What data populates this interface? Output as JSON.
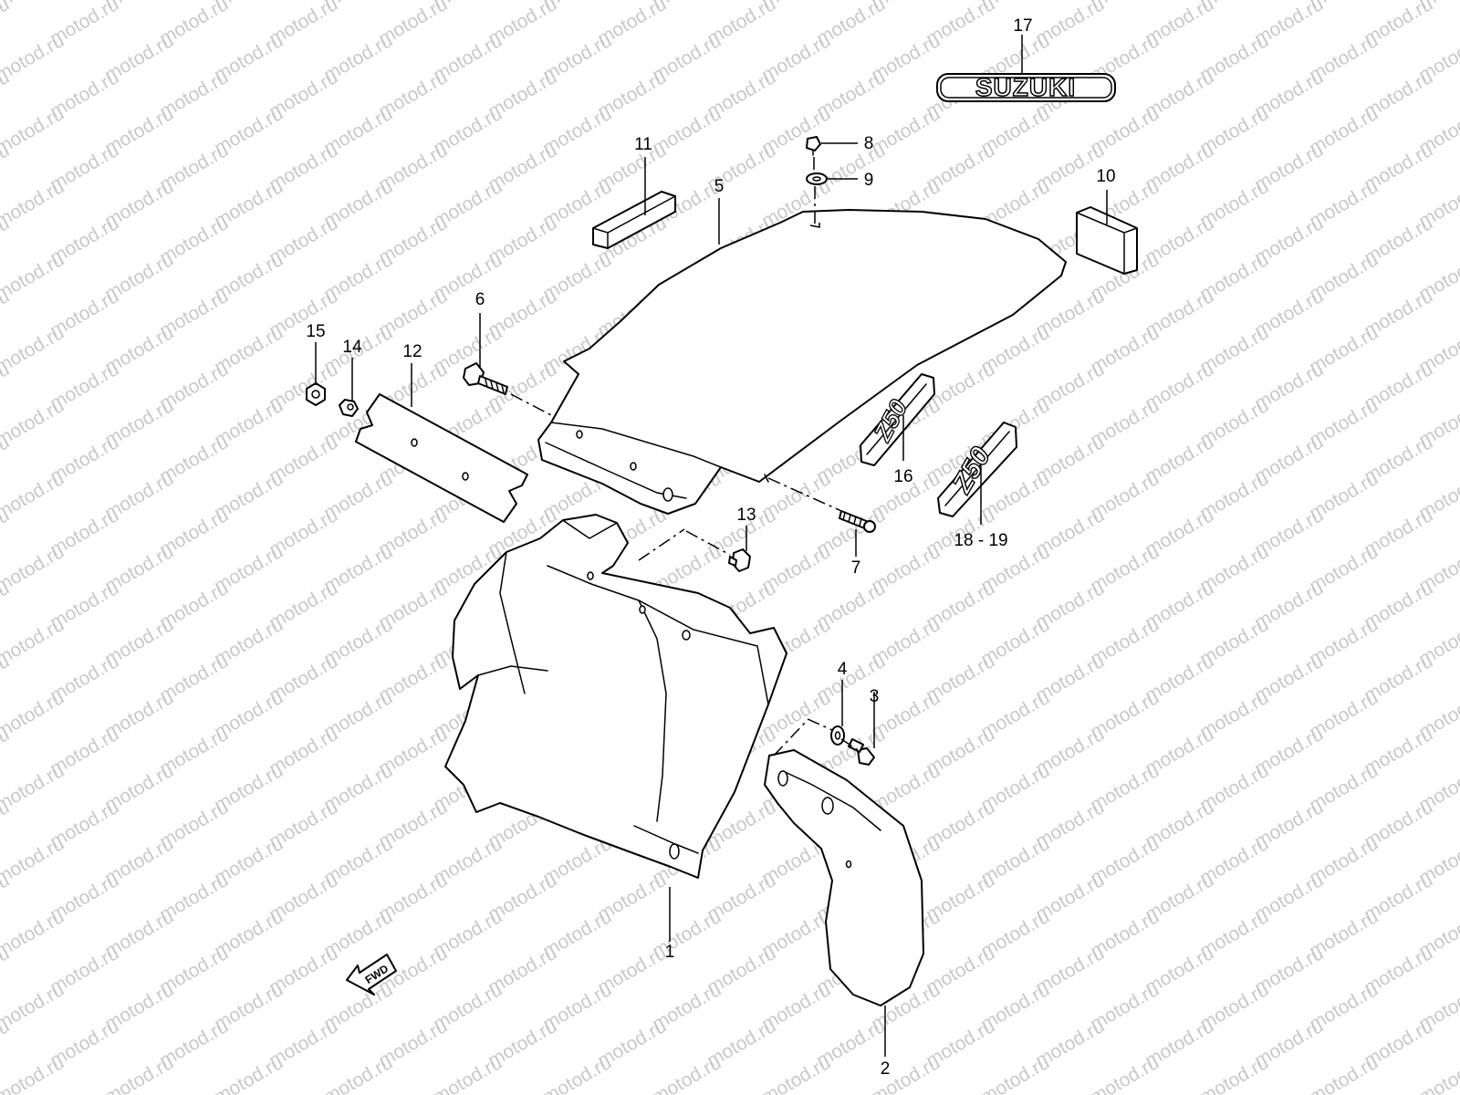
{
  "watermark": "motod.ru",
  "callouts": {
    "p1": "1",
    "p2": "2",
    "p3": "3",
    "p4": "4",
    "p5": "5",
    "p6": "6",
    "p7": "7",
    "p8": "8",
    "p9": "9",
    "p10": "10",
    "p11": "11",
    "p12": "12",
    "p13": "13",
    "p14": "14",
    "p15": "15",
    "p16": "16",
    "p17": "17",
    "p18_19": "18 - 19"
  },
  "emblems": {
    "brand": "SUZUKI",
    "model_small": "Z50",
    "model_large": "Z50",
    "direction": "FWD"
  }
}
